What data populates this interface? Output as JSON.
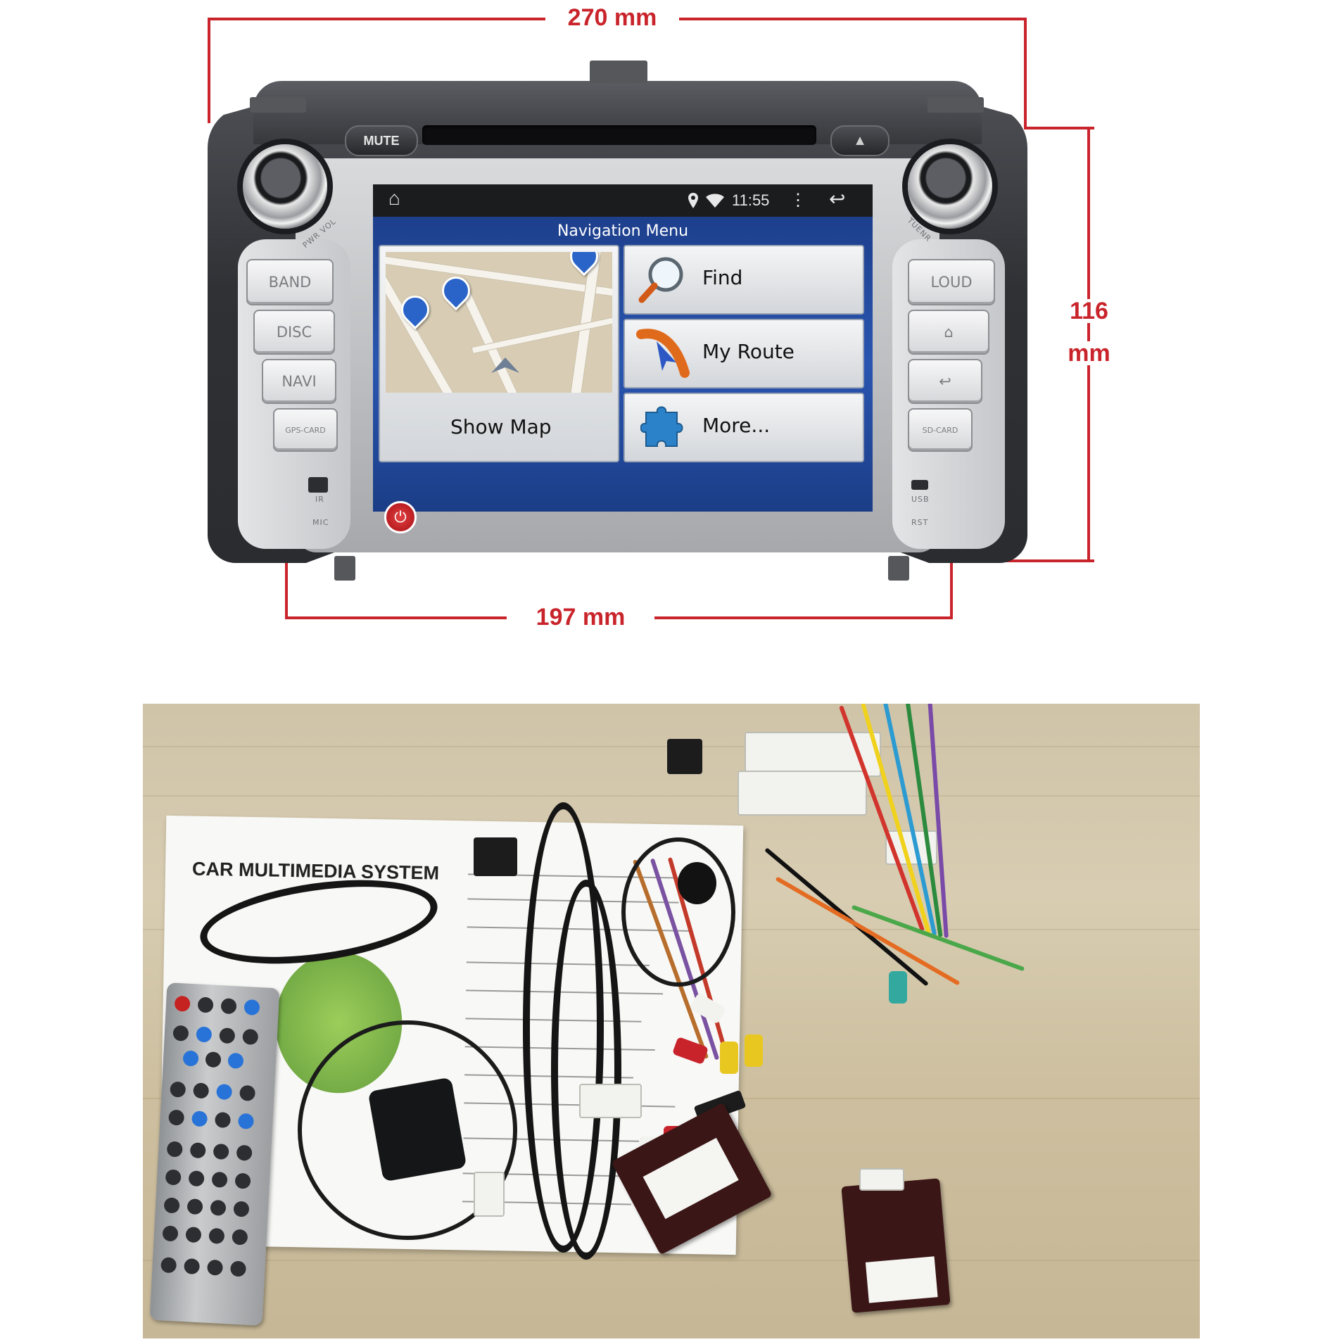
{
  "dimensions": {
    "width_label": "270 mm",
    "height_label_line1": "116",
    "height_label_line2": "mm",
    "base_width_label": "197 mm"
  },
  "head_unit": {
    "mute_label": "MUTE",
    "eject_symbol": "▲",
    "left_knob_label": "PWR VOL",
    "right_knob_label": "TUENR",
    "left_buttons": [
      "BAND",
      "DISC",
      "NAVI",
      "GPS-CARD"
    ],
    "right_buttons": [
      "LOUD",
      "⌂",
      "↩",
      "SD-CARD"
    ],
    "left_port_labels": [
      "IR",
      "MIC"
    ],
    "right_port_labels": [
      "USB",
      "RST"
    ]
  },
  "screen": {
    "status_bar": {
      "home_icon": "⌂",
      "location_icon": "location-pin",
      "wifi_icon": "wifi",
      "time": "11:55",
      "menu_icon": "⋮",
      "back_icon": "↩"
    },
    "title": "Navigation Menu",
    "tiles": {
      "show_map": "Show Map",
      "find": "Find",
      "my_route": "My Route",
      "more": "More..."
    },
    "power_icon": "⏻"
  },
  "photo": {
    "manual_title": "CAR MULTIMEDIA SYSTEM"
  },
  "colors": {
    "dimension": "#c9242b",
    "nav_blue": "#2a56b0"
  }
}
